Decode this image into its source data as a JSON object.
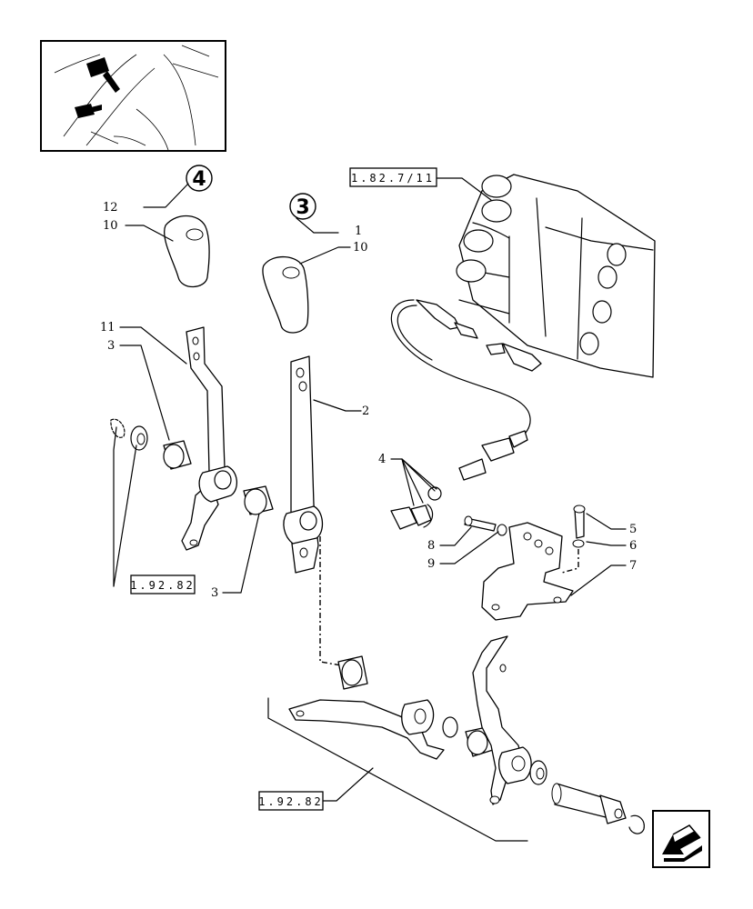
{
  "badges": {
    "group_a": "4",
    "group_b": "3"
  },
  "refs": {
    "valve_block": "1.82.7/11",
    "left_ref": "1.92.82",
    "bottom_ref": "1.92.82"
  },
  "callouts": {
    "c12": "12",
    "c10a": "10",
    "c1": "1",
    "c10b": "10",
    "c11": "11",
    "c3a": "3",
    "c2": "2",
    "c3b": "3",
    "c4": "4",
    "c8": "8",
    "c9": "9",
    "c5": "5",
    "c6": "6",
    "c7": "7"
  }
}
